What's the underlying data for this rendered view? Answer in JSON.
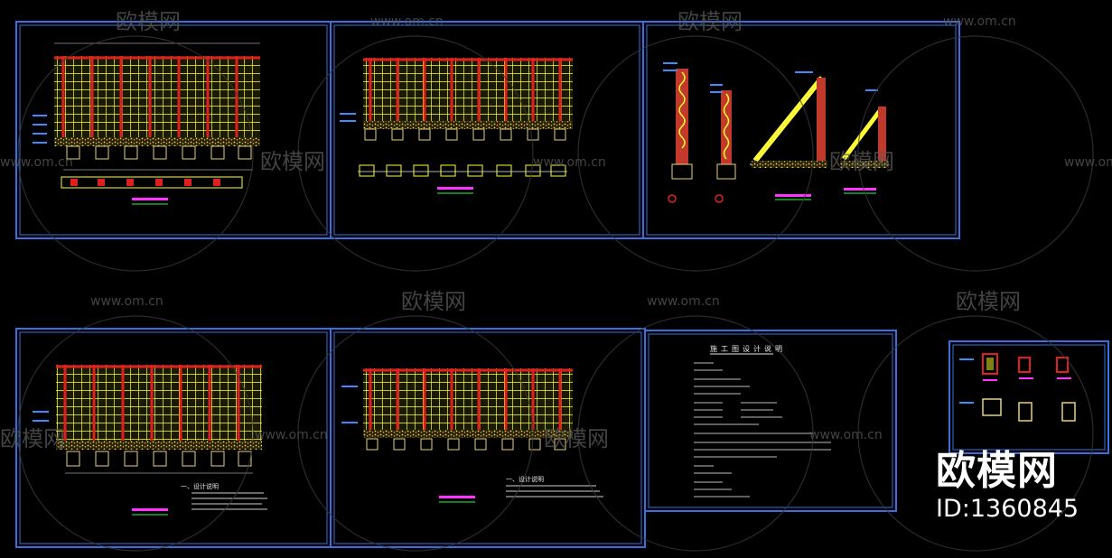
{
  "watermark": {
    "brand": "欧模网",
    "url": "www.om.cn"
  },
  "id_block": {
    "brand": "欧模网",
    "id": "ID:1360845"
  },
  "sheets": {
    "design_notes_title": "施工图设计说明",
    "legend_title_1": "一、设计说明",
    "legend_title_2": "一、设计说明"
  },
  "colors": {
    "frame": "#3a6fe0",
    "grid": "#ffff33",
    "beam": "#e02020",
    "label": "#3a8cff",
    "title_bar": "#ff33ff",
    "underline": "#22c93c",
    "watermark": "#5a5a5a"
  }
}
